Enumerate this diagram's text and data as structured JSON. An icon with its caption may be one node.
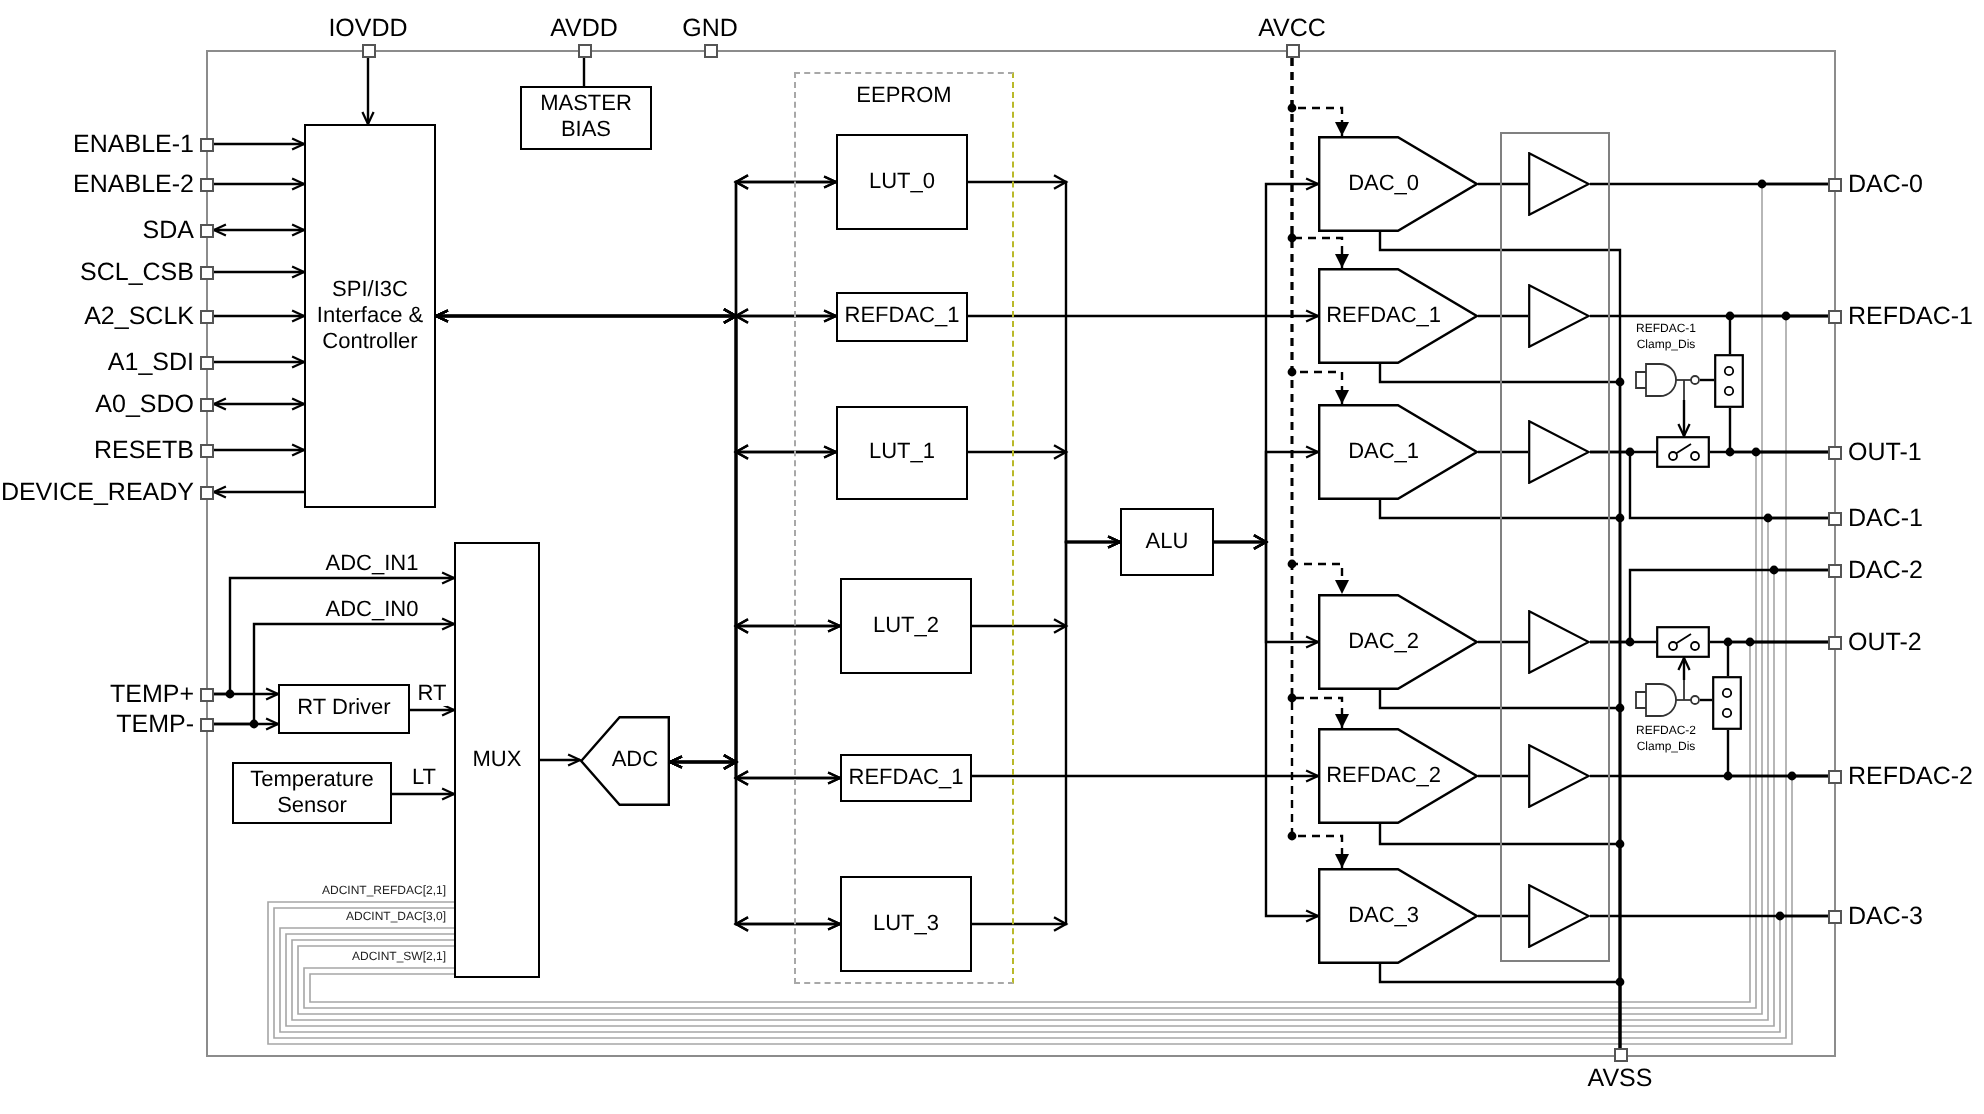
{
  "diagram": {
    "nodes": [
      {
        "text": [
          "IOVDD"
        ]
      },
      {
        "text": [
          "AVDD"
        ]
      },
      {
        "text": [
          "GND"
        ]
      },
      {
        "text": [
          "AVCC"
        ]
      },
      {
        "text": [
          "MASTER BIAS"
        ]
      },
      {
        "text": [
          "ENABLE-1"
        ]
      },
      {
        "text": [
          "ENABLE-2"
        ]
      },
      {
        "text": [
          "SDA"
        ]
      },
      {
        "text": [
          "SCL_CSB"
        ]
      },
      {
        "text": [
          "A2_SCLK"
        ]
      },
      {
        "text": [
          "A1_SDI"
        ]
      },
      {
        "text": [
          "A0_SDO"
        ]
      },
      {
        "text": [
          "RESETB"
        ]
      },
      {
        "text": [
          "DEVICE_READY"
        ]
      },
      {
        "text": [
          "SPI/I3C Interface & Controller"
        ]
      },
      {
        "text": [
          "EEPROM"
        ]
      },
      {
        "text": [
          "LUT_0"
        ],
        "in": 15
      },
      {
        "text": [
          "REFDAC_1"
        ],
        "in": 15
      },
      {
        "text": [
          "LUT_1"
        ],
        "in": 15
      },
      {
        "text": [
          "LUT_2"
        ],
        "in": 15
      },
      {
        "text": [
          "REFDAC_1"
        ],
        "in": 15
      },
      {
        "text": [
          "LUT_3"
        ],
        "in": 15
      },
      {
        "text": [
          "ALU"
        ]
      },
      {
        "text": [
          "TEMP+"
        ]
      },
      {
        "text": [
          "TEMP-"
        ]
      },
      {
        "text": [
          "RT Driver"
        ]
      },
      {
        "text": [
          "Temperature Sensor"
        ]
      },
      {
        "text": [
          "MUX"
        ]
      },
      {
        "text": [
          "ADC"
        ]
      },
      {
        "text": [
          "DAC_0"
        ]
      },
      {
        "text": [
          "REFDAC_1"
        ]
      },
      {
        "text": [
          "DAC_1"
        ]
      },
      {
        "text": [
          "DAC_2"
        ]
      },
      {
        "text": [
          "REFDAC_2"
        ]
      },
      {
        "text": [
          "DAC_3"
        ]
      },
      {
        "text": [],
        "shape": "box"
      },
      {
        "text": [],
        "shape": "triangle",
        "in": 35
      },
      {
        "text": [],
        "shape": "triangle",
        "in": 35
      },
      {
        "text": [],
        "shape": "triangle",
        "in": 35
      },
      {
        "text": [],
        "shape": "triangle",
        "in": 35
      },
      {
        "text": [],
        "shape": "triangle",
        "in": 35
      },
      {
        "text": [],
        "shape": "triangle",
        "in": 35
      },
      {
        "text": [
          "REFDAC-1 Clamp_Dis"
        ]
      },
      {
        "text": [],
        "shape": "switch"
      },
      {
        "text": [],
        "shape": "switch"
      },
      {
        "text": [],
        "shape": "switch"
      },
      {
        "text": [
          "REFDAC-2 Clamp_Dis"
        ]
      },
      {
        "text": [],
        "shape": "switch"
      },
      {
        "text": [
          "DAC-0"
        ]
      },
      {
        "text": [
          "REFDAC-1"
        ]
      },
      {
        "text": [
          "OUT-1"
        ]
      },
      {
        "text": [
          "DAC-1"
        ]
      },
      {
        "text": [
          "DAC-2"
        ]
      },
      {
        "text": [
          "OUT-2"
        ]
      },
      {
        "text": [
          "REFDAC-2"
        ]
      },
      {
        "text": [
          "DAC-3"
        ]
      },
      {
        "text": [
          "AVSS"
        ]
      }
    ],
    "edges": [
      {
        "from": 0,
        "to": 14,
        "arrow": "to"
      },
      {
        "from": 1,
        "to": 4,
        "arrow": "none"
      },
      {
        "from": 5,
        "to": 14,
        "arrow": "to"
      },
      {
        "from": 6,
        "to": 14,
        "arrow": "to"
      },
      {
        "from": 7,
        "to": 14,
        "arrow": "both"
      },
      {
        "from": 8,
        "to": 14,
        "arrow": "to"
      },
      {
        "from": 9,
        "to": 14,
        "arrow": "to"
      },
      {
        "from": 10,
        "to": 14,
        "arrow": "to"
      },
      {
        "from": 11,
        "to": 14,
        "arrow": "both"
      },
      {
        "from": 12,
        "to": 14,
        "arrow": "to"
      },
      {
        "from": 14,
        "to": 13,
        "arrow": "to"
      },
      {
        "from": 14,
        "to": 16,
        "arrow": "both"
      },
      {
        "from": 14,
        "to": 17,
        "arrow": "both"
      },
      {
        "from": 14,
        "to": 18,
        "arrow": "both"
      },
      {
        "from": 14,
        "to": 19,
        "arrow": "both"
      },
      {
        "from": 14,
        "to": 20,
        "arrow": "both"
      },
      {
        "from": 14,
        "to": 21,
        "arrow": "both"
      },
      {
        "from": 28,
        "to": 16,
        "arrow": "both"
      },
      {
        "from": 28,
        "to": 17,
        "arrow": "both"
      },
      {
        "from": 28,
        "to": 18,
        "arrow": "both"
      },
      {
        "from": 28,
        "to": 19,
        "arrow": "both"
      },
      {
        "from": 28,
        "to": 20,
        "arrow": "both"
      },
      {
        "from": 28,
        "to": 21,
        "arrow": "both"
      },
      {
        "from": 16,
        "to": 22,
        "arrow": "to"
      },
      {
        "from": 18,
        "to": 22,
        "arrow": "to"
      },
      {
        "from": 19,
        "to": 22,
        "arrow": "to"
      },
      {
        "from": 21,
        "to": 22,
        "arrow": "to"
      },
      {
        "from": 22,
        "to": 29,
        "arrow": "to"
      },
      {
        "from": 22,
        "to": 31,
        "arrow": "to"
      },
      {
        "from": 22,
        "to": 32,
        "arrow": "to"
      },
      {
        "from": 22,
        "to": 34,
        "arrow": "to"
      },
      {
        "from": 17,
        "to": 30,
        "arrow": "to"
      },
      {
        "from": 20,
        "to": 33,
        "arrow": "to"
      },
      {
        "from": 23,
        "to": 27,
        "arrow": "to",
        "label": "ADC_IN1"
      },
      {
        "from": 24,
        "to": 27,
        "arrow": "to",
        "label": "ADC_IN0"
      },
      {
        "from": 23,
        "to": 25,
        "arrow": "to"
      },
      {
        "from": 24,
        "to": 25,
        "arrow": "to"
      },
      {
        "from": 25,
        "to": 27,
        "arrow": "to",
        "label": "RT"
      },
      {
        "from": 26,
        "to": 27,
        "arrow": "to",
        "label": "LT"
      },
      {
        "from": 27,
        "to": 28,
        "arrow": "to"
      },
      {
        "from": 3,
        "to": 29,
        "arrow": "to",
        "style": "dashed"
      },
      {
        "from": 3,
        "to": 30,
        "arrow": "to",
        "style": "dashed"
      },
      {
        "from": 3,
        "to": 31,
        "arrow": "to",
        "style": "dashed"
      },
      {
        "from": 3,
        "to": 32,
        "arrow": "to",
        "style": "dashed"
      },
      {
        "from": 3,
        "to": 33,
        "arrow": "to",
        "style": "dashed"
      },
      {
        "from": 3,
        "to": 34,
        "arrow": "to",
        "style": "dashed"
      },
      {
        "from": 29,
        "to": 56,
        "arrow": "none"
      },
      {
        "from": 30,
        "to": 56,
        "arrow": "none"
      },
      {
        "from": 31,
        "to": 56,
        "arrow": "none"
      },
      {
        "from": 32,
        "to": 56,
        "arrow": "none"
      },
      {
        "from": 33,
        "to": 56,
        "arrow": "none"
      },
      {
        "from": 34,
        "to": 56,
        "arrow": "none"
      },
      {
        "from": 29,
        "to": 36,
        "arrow": "none"
      },
      {
        "from": 30,
        "to": 37,
        "arrow": "none"
      },
      {
        "from": 31,
        "to": 38,
        "arrow": "none"
      },
      {
        "from": 32,
        "to": 39,
        "arrow": "none"
      },
      {
        "from": 33,
        "to": 40,
        "arrow": "none"
      },
      {
        "from": 34,
        "to": 41,
        "arrow": "none"
      },
      {
        "from": 36,
        "to": 48,
        "arrow": "none"
      },
      {
        "from": 37,
        "to": 49,
        "arrow": "none"
      },
      {
        "from": 38,
        "to": 44,
        "arrow": "none"
      },
      {
        "from": 44,
        "to": 50,
        "arrow": "none"
      },
      {
        "from": 38,
        "to": 51,
        "arrow": "none"
      },
      {
        "from": 39,
        "to": 45,
        "arrow": "none"
      },
      {
        "from": 45,
        "to": 53,
        "arrow": "none"
      },
      {
        "from": 39,
        "to": 52,
        "arrow": "none"
      },
      {
        "from": 40,
        "to": 54,
        "arrow": "none"
      },
      {
        "from": 41,
        "to": 55,
        "arrow": "none"
      },
      {
        "from": 42,
        "to": 43,
        "arrow": "none"
      },
      {
        "from": 42,
        "to": 44,
        "arrow": "to"
      },
      {
        "from": 43,
        "to": 49,
        "arrow": "none"
      },
      {
        "from": 43,
        "to": 50,
        "arrow": "none"
      },
      {
        "from": 46,
        "to": 47,
        "arrow": "none"
      },
      {
        "from": 46,
        "to": 45,
        "arrow": "to"
      },
      {
        "from": 47,
        "to": 53,
        "arrow": "none"
      },
      {
        "from": 47,
        "to": 54,
        "arrow": "none"
      },
      {
        "from": 54,
        "to": 27,
        "arrow": "none",
        "label": "ADCINT_REFDAC[2,1]",
        "color": "#a6a6a6"
      },
      {
        "from": 49,
        "to": 27,
        "arrow": "none",
        "color": "#a6a6a6"
      },
      {
        "from": 55,
        "to": 27,
        "arrow": "none",
        "label": "ADCINT_DAC[3,0]",
        "color": "#a6a6a6"
      },
      {
        "from": 52,
        "to": 27,
        "arrow": "none",
        "color": "#a6a6a6"
      },
      {
        "from": 51,
        "to": 27,
        "arrow": "none",
        "color": "#a6a6a6"
      },
      {
        "from": 48,
        "to": 27,
        "arrow": "none",
        "color": "#a6a6a6"
      },
      {
        "from": 50,
        "to": 27,
        "arrow": "none",
        "label": "ADCINT_SW[2,1]",
        "color": "#a6a6a6"
      },
      {
        "from": 53,
        "to": 27,
        "arrow": "none",
        "color": "#a6a6a6"
      }
    ]
  }
}
